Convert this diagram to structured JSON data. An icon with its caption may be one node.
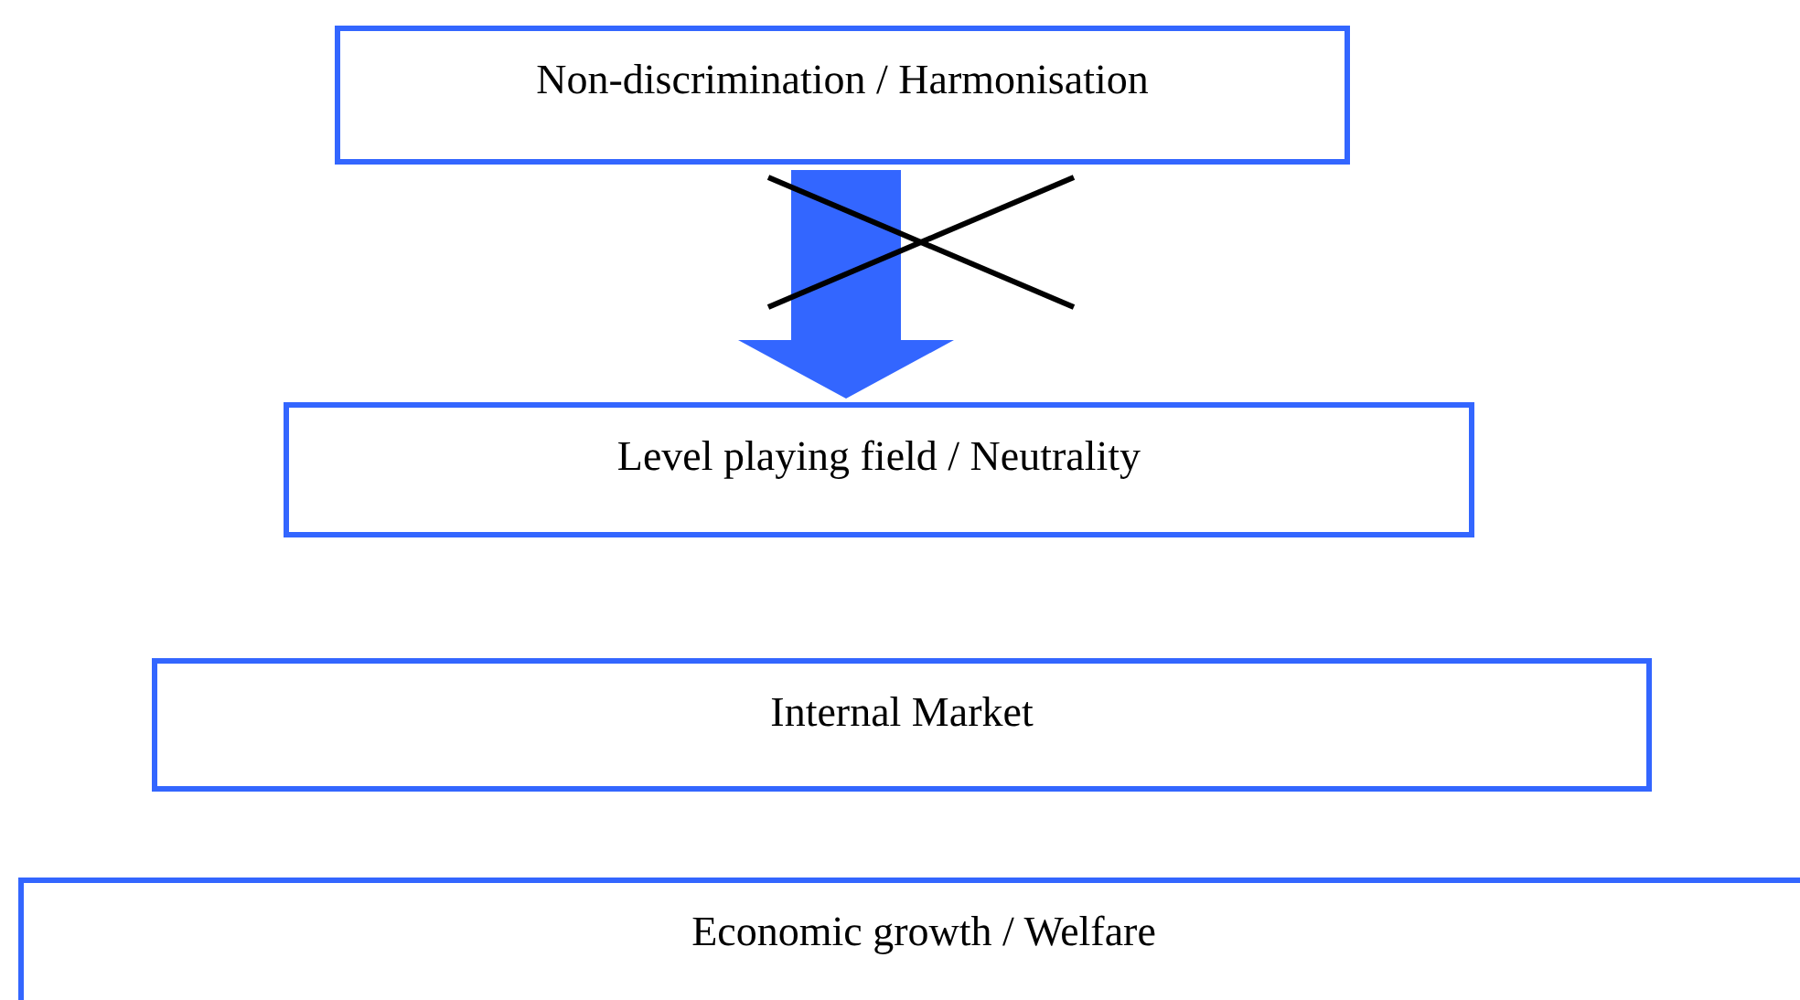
{
  "diagram": {
    "nodes": [
      {
        "text": [
          "Non-discrimination / Harmonisation"
        ]
      },
      {
        "text": [
          "Level playing field / Neutrality"
        ]
      },
      {
        "text": [
          "Internal Market"
        ]
      },
      {
        "text": [
          "Economic growth / Welfare"
        ]
      }
    ],
    "edges": [
      {
        "from": 0,
        "to": 1,
        "arrow": "to",
        "style": "thick"
      }
    ]
  }
}
